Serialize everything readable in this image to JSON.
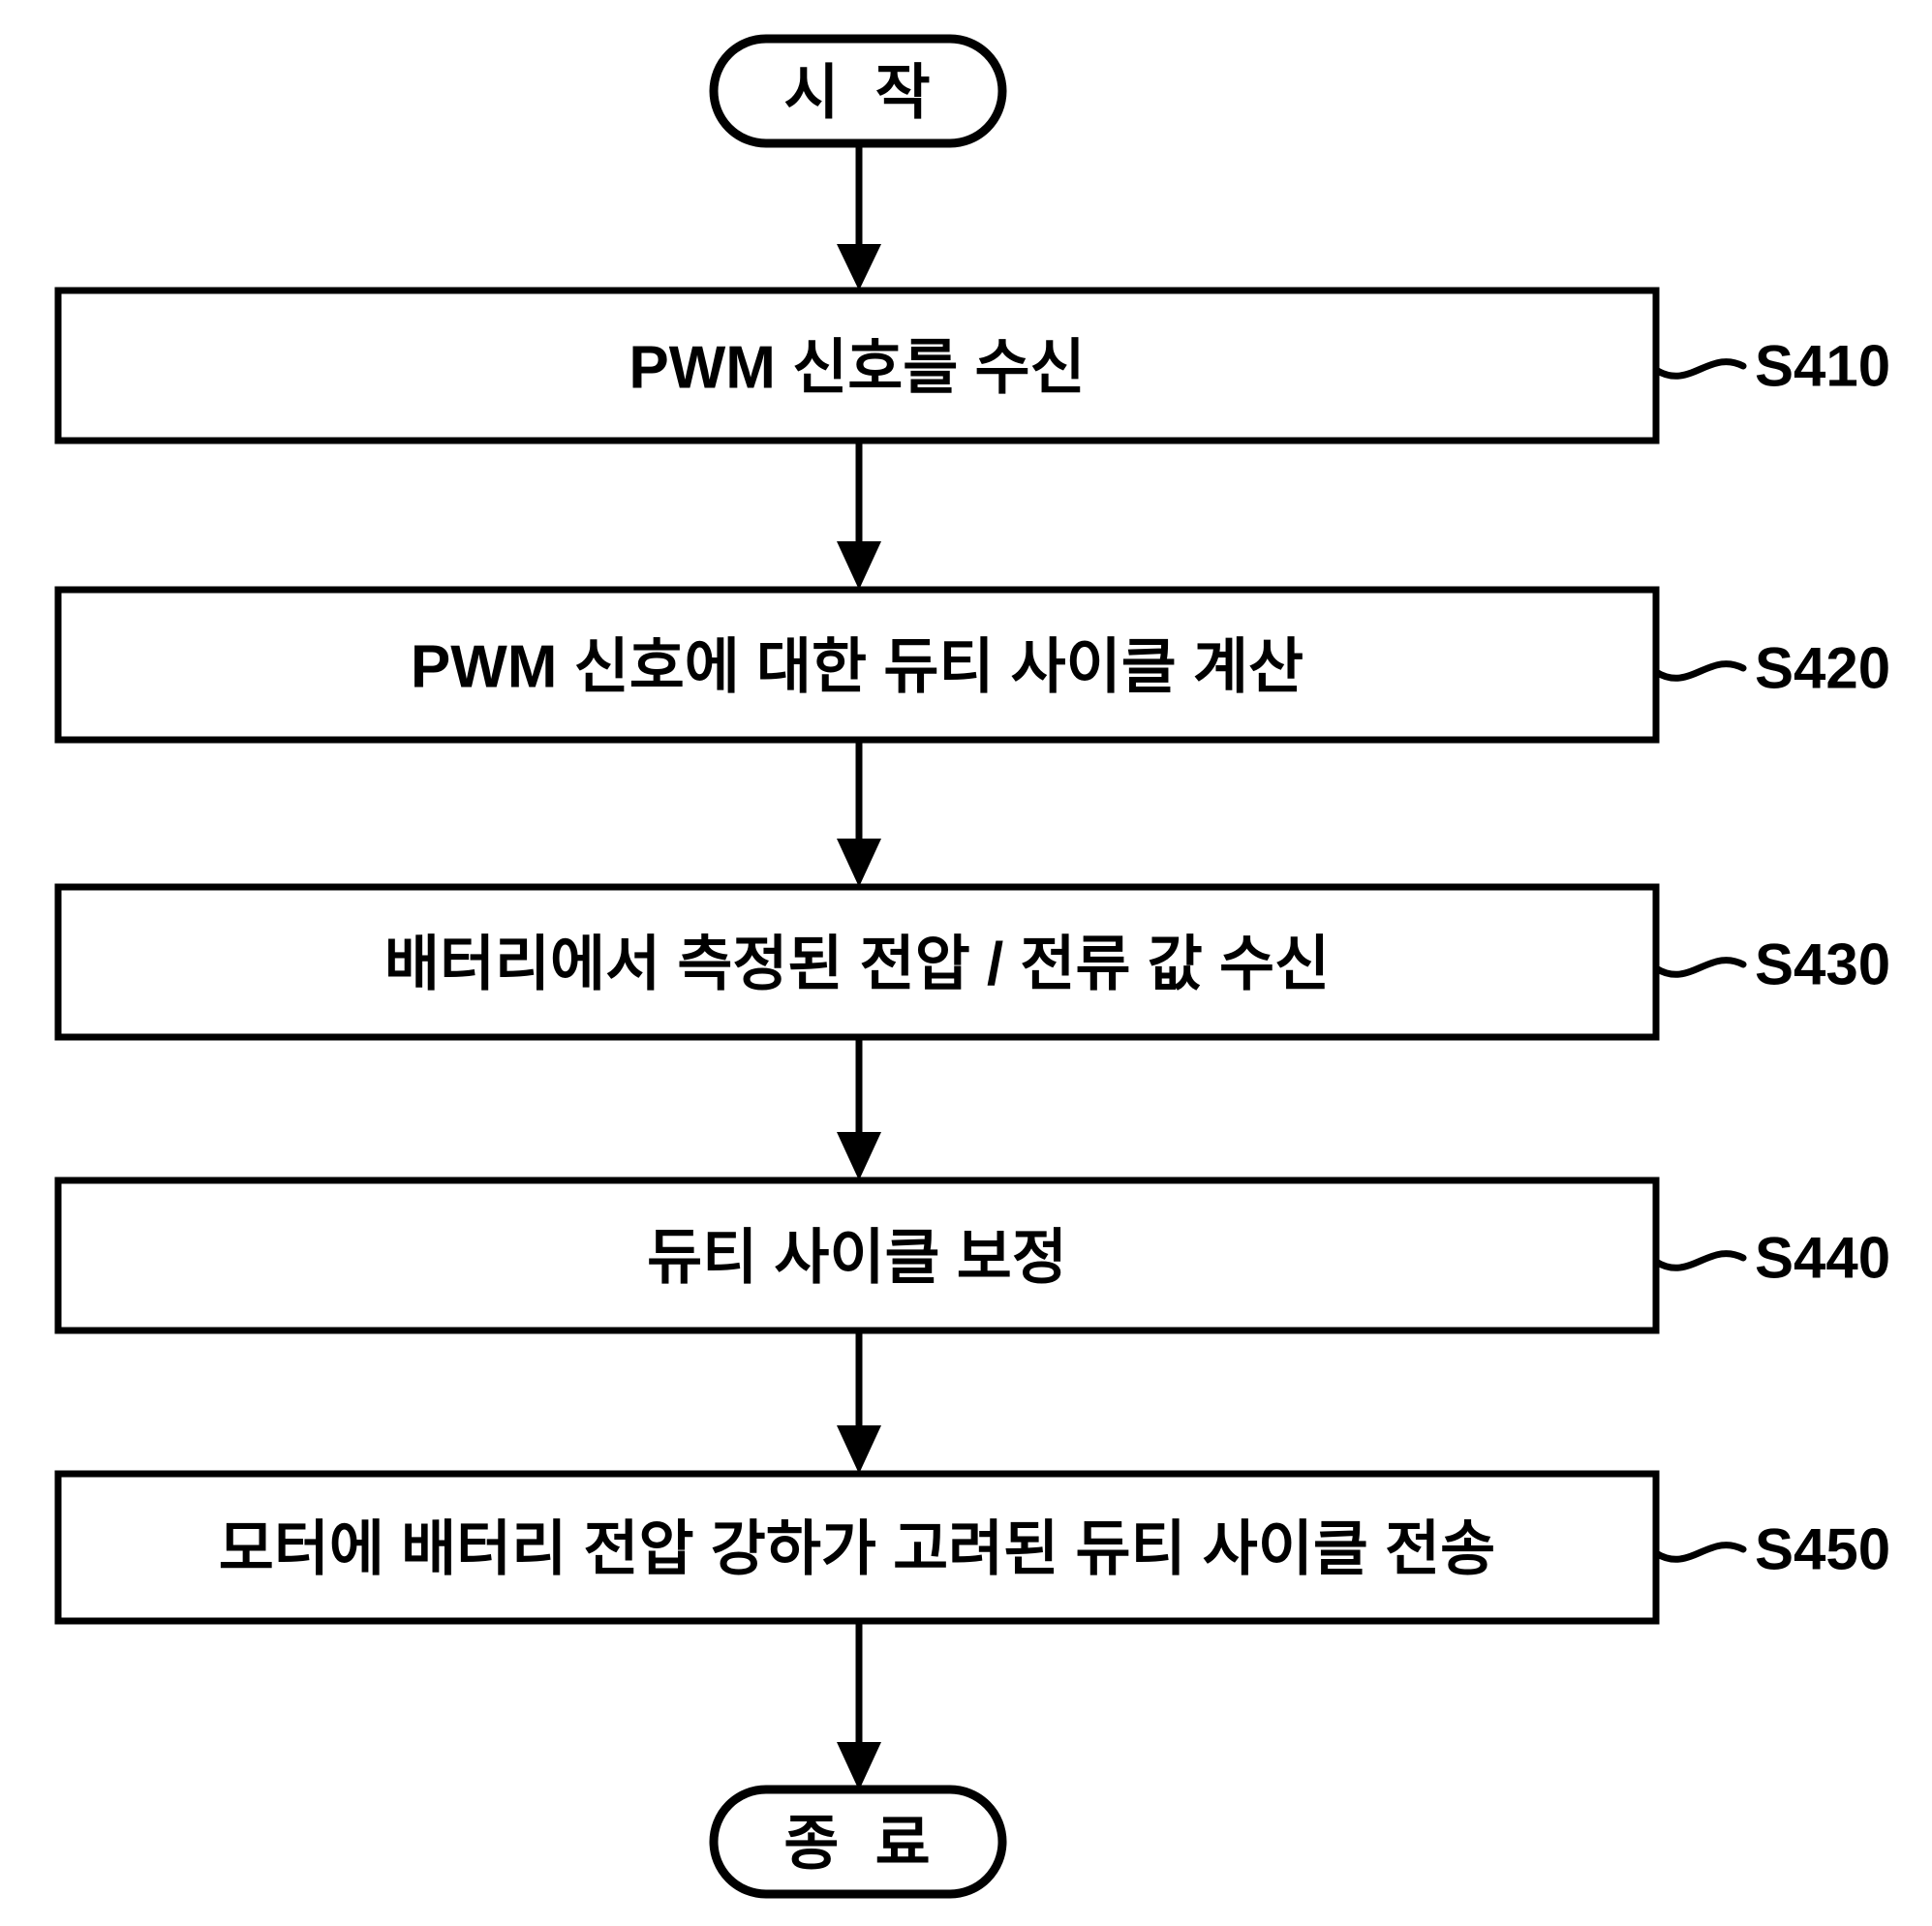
{
  "diagram": {
    "title": "PWM duty cycle correction flowchart",
    "colors": {
      "stroke": "#000000",
      "fill": "#ffffff",
      "text": "#000000"
    },
    "start": {
      "label": "시 작",
      "shape": "terminal"
    },
    "end": {
      "label": "종 료",
      "shape": "terminal"
    },
    "steps": [
      {
        "id": "S410",
        "label": "PWM 신호를 수신",
        "ref": "S410"
      },
      {
        "id": "S420",
        "label": "PWM 신호에 대한 듀티 사이클 계산",
        "ref": "S420"
      },
      {
        "id": "S430",
        "label": "배터리에서 측정된 전압 / 전류 값 수신",
        "ref": "S430"
      },
      {
        "id": "S440",
        "label": "듀티 사이클 보정",
        "ref": "S440"
      },
      {
        "id": "S450",
        "label": "모터에 배터리 전압 강하가 고려된 듀티 사이클 전송",
        "ref": "S450"
      }
    ]
  }
}
